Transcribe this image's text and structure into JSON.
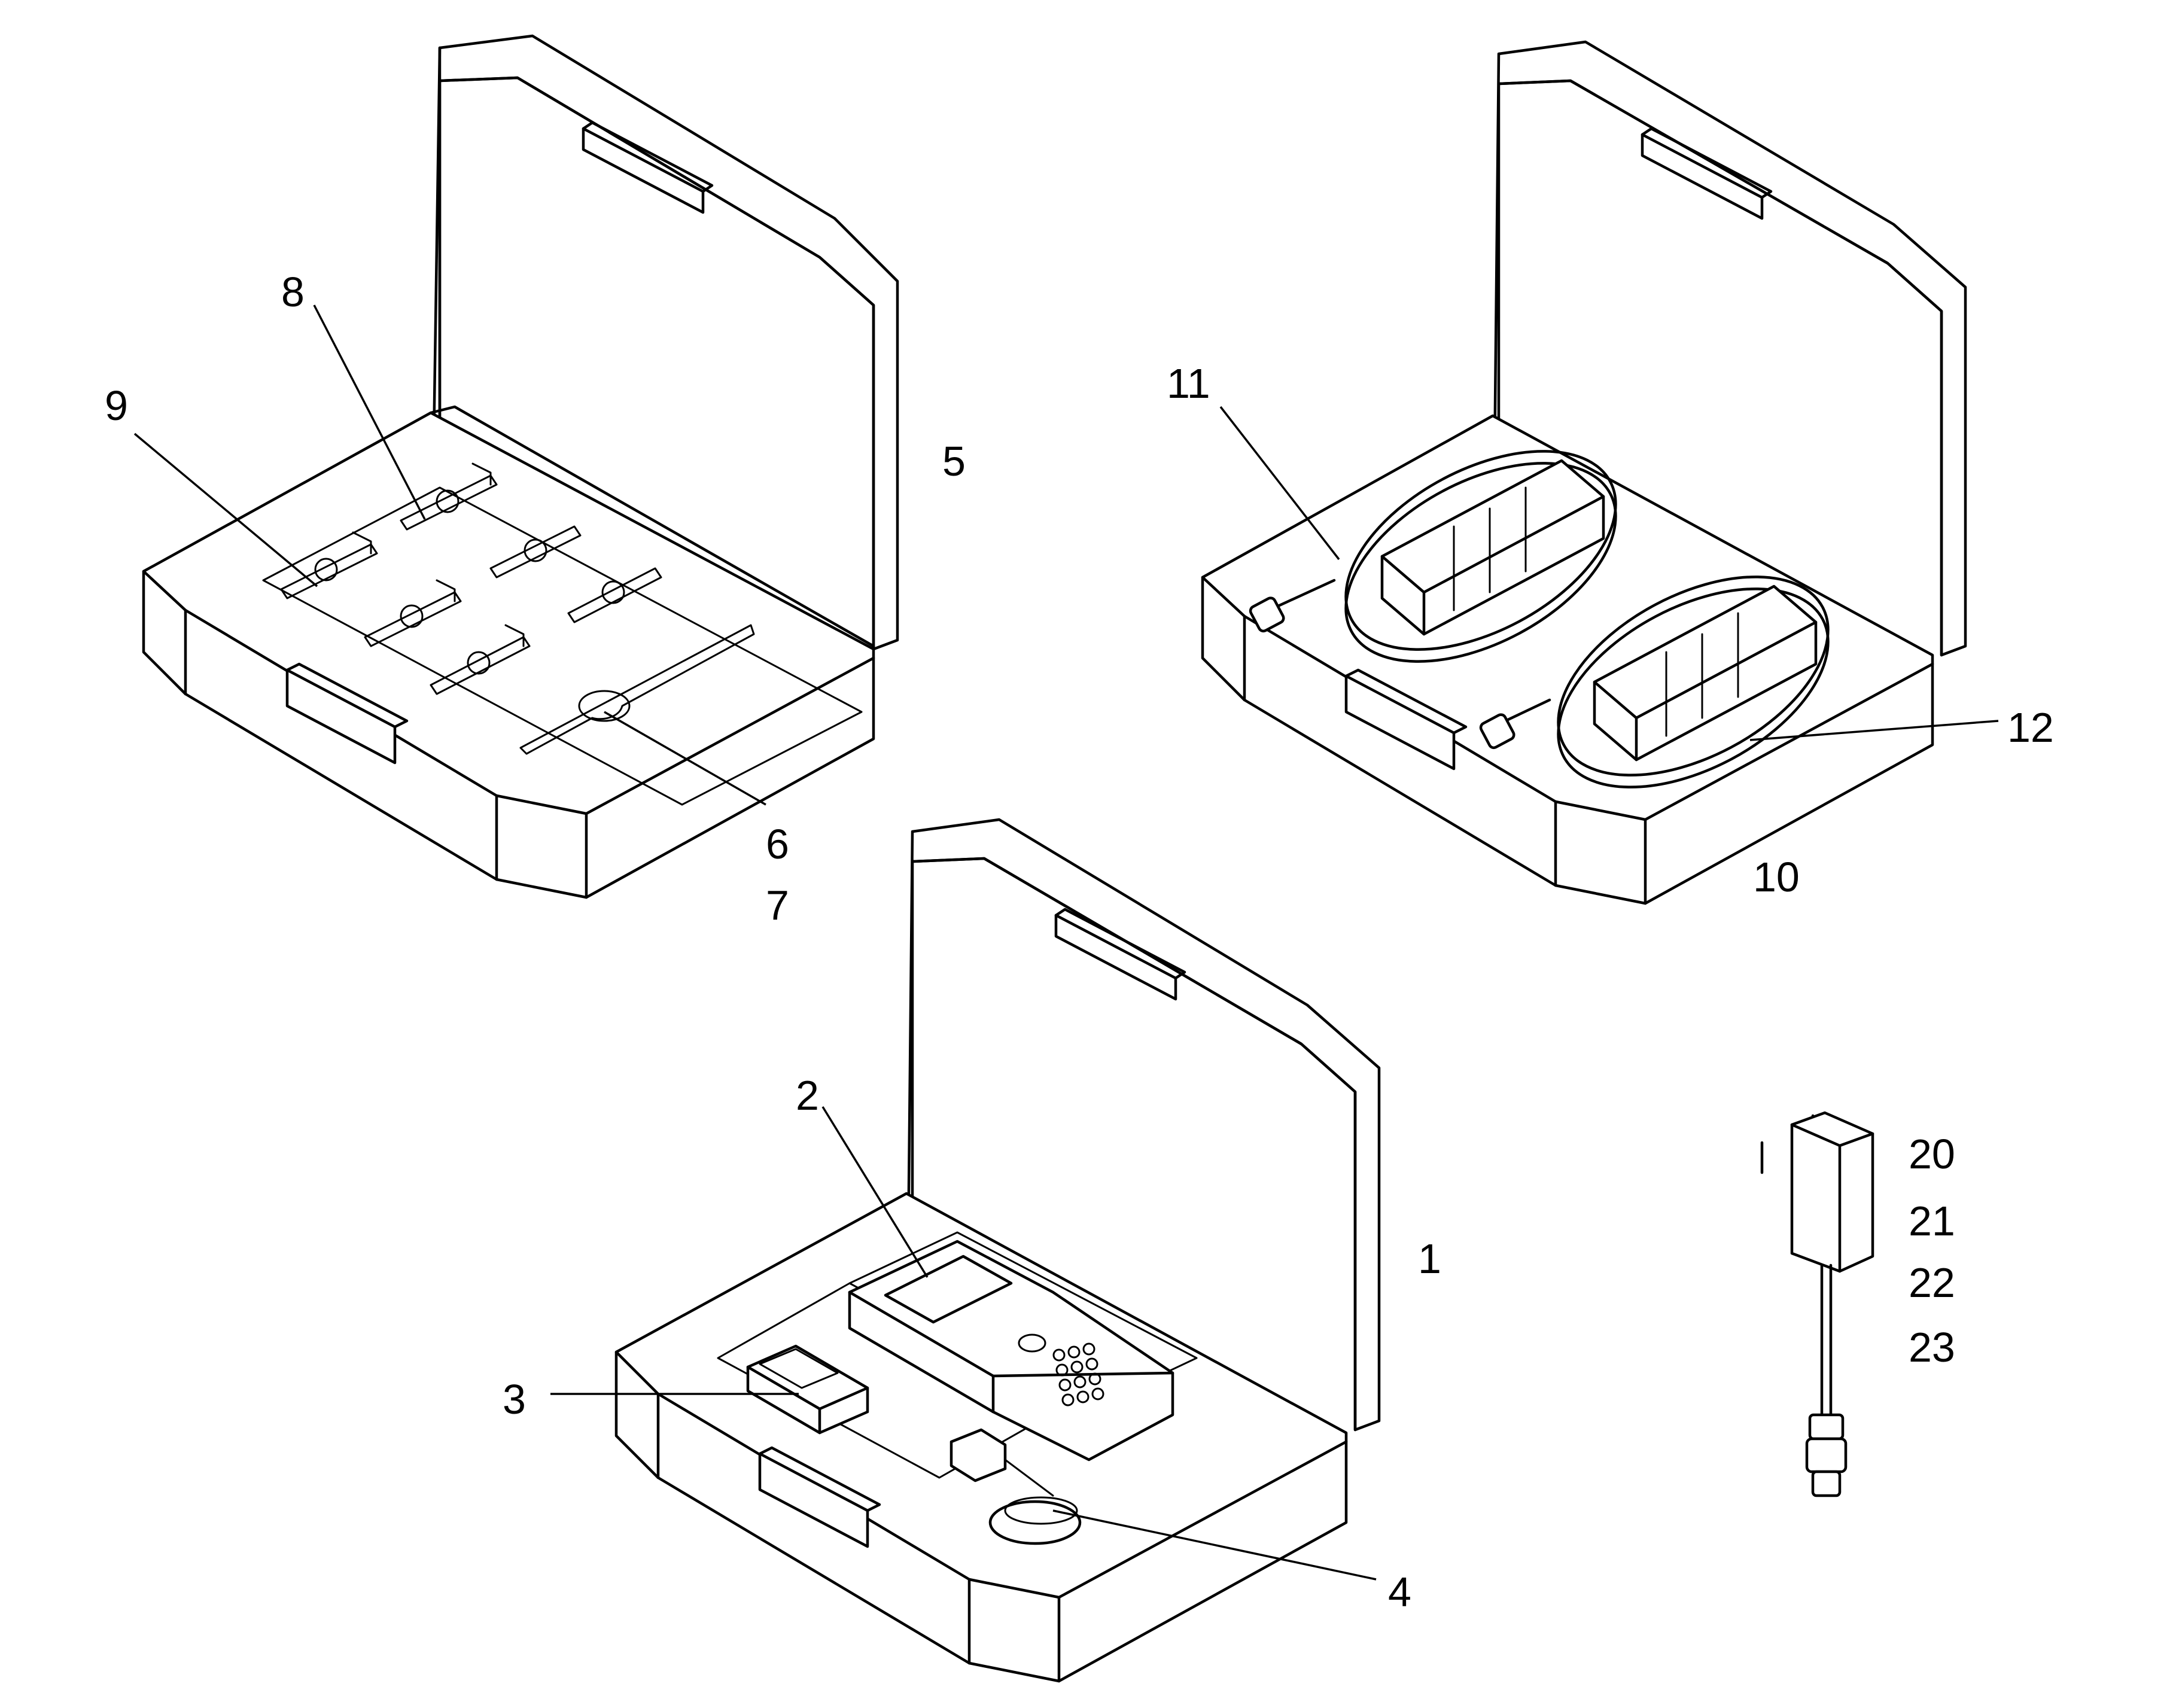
{
  "callouts": {
    "c1": "1",
    "c2": "2",
    "c3": "3",
    "c4": "4",
    "c5": "5",
    "c6": "6",
    "c7": "7",
    "c8": "8",
    "c9": "9",
    "c10": "10",
    "c11": "11",
    "c12": "12",
    "c20": "20",
    "c21": "21",
    "c22": "22",
    "c23": "23"
  }
}
